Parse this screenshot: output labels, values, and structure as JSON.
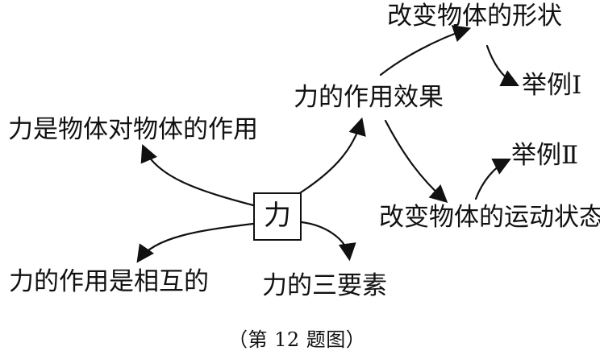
{
  "center": "力",
  "labels": {
    "change_shape": "改变物体的形状",
    "example_1": "举例Ⅰ",
    "force_effect": "力的作用效果",
    "force_definition": "力是物体对物体的作用",
    "example_2": "举例Ⅱ",
    "change_motion": "改变物体的运动状态",
    "force_mutual": "力的作用是相互的",
    "three_elements": "力的三要素"
  },
  "caption": "（第 12 题图）"
}
